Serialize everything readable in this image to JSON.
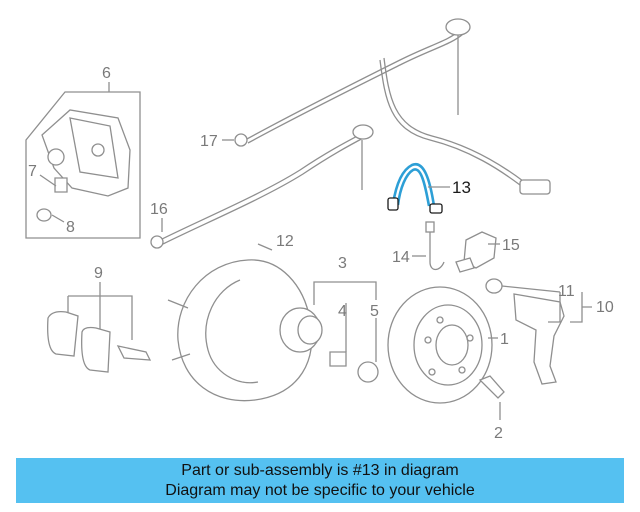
{
  "diagram": {
    "callouts": [
      "1",
      "2",
      "3",
      "4",
      "5",
      "6",
      "7",
      "8",
      "9",
      "10",
      "11",
      "12",
      "13",
      "14",
      "15",
      "16",
      "17"
    ],
    "highlight_color": "#2d9fd6",
    "highlighted_part": "13"
  },
  "banner": {
    "line1": "Part or sub-assembly is #13 in diagram",
    "line2": "Diagram may not be specific to your vehicle",
    "background": "#55c1f1"
  }
}
